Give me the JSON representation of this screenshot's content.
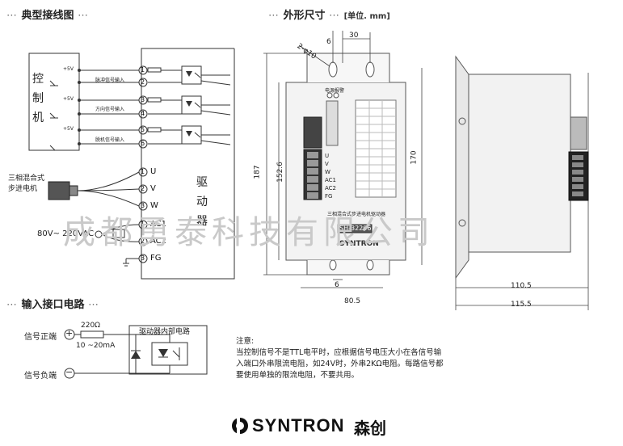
{
  "sections": {
    "wiring": {
      "title": "典型接线图",
      "dots": "⋯",
      "dots_end": "⋯"
    },
    "outline": {
      "title": "外形尺寸",
      "dots": "⋯",
      "dots_end": "⋯",
      "unit": "[单位. mm]"
    },
    "input": {
      "title": "输入接口电路",
      "dots": "⋯",
      "dots_end": "⋯"
    }
  },
  "wiring": {
    "controller_label": [
      "控",
      "制",
      "机"
    ],
    "driver_label": [
      "驱",
      "动",
      "器"
    ],
    "vcc": [
      "+5V",
      "+5V",
      "+5V"
    ],
    "terminals": [
      "1",
      "2",
      "3",
      "4",
      "5",
      "6"
    ],
    "signals": [
      "脉冲信号输入",
      "方向信号输入",
      "脱机信号输入"
    ],
    "motor_label": [
      "三相混合式",
      "步进电机"
    ],
    "motor_terminals": [
      {
        "num": "1",
        "name": "U"
      },
      {
        "num": "2",
        "name": "V"
      },
      {
        "num": "3",
        "name": "W"
      }
    ],
    "power_terminals": [
      {
        "num": "1",
        "name": "AC1"
      },
      {
        "num": "2",
        "name": "AC2"
      },
      {
        "num": "3",
        "name": "FG"
      }
    ],
    "power_label": "80V~ 220VAC"
  },
  "outline": {
    "dims": {
      "top_6": "6",
      "top_30": "30",
      "hole": "2-φ10",
      "left_187": "187",
      "left_152": "152.6",
      "right_170": "170",
      "bottom_6": "6",
      "bottom_80": "80.5",
      "side_110": "110.5",
      "side_115": "115.5"
    },
    "model": "SH-32206",
    "brand_panel": "SYNTRON",
    "led_labels": [
      "电源",
      "报警"
    ],
    "panel_caption": "三相混合式步进电机驱动器",
    "terminal_labels": [
      "U",
      "V",
      "W",
      "AC1",
      "AC2",
      "FG"
    ]
  },
  "input_circuit": {
    "positive": "信号正端",
    "negative": "信号负端",
    "resistor": "220Ω",
    "current": "10 ~20mA",
    "internal": "驱动器内部电路",
    "plus": "+",
    "minus": "−"
  },
  "note": {
    "title": "注意:",
    "text": "当控制信号不是TTL电平时，应根据信号电压大小在各信号输入端口外串限流电阻，如24V时，外串2KΩ电阻。每路信号都要使用单独的限流电阻，不要共用。"
  },
  "watermark": "成都勇泰科技有限公司",
  "logo": {
    "brand": "SYNTRON",
    "chinese": "森创"
  }
}
